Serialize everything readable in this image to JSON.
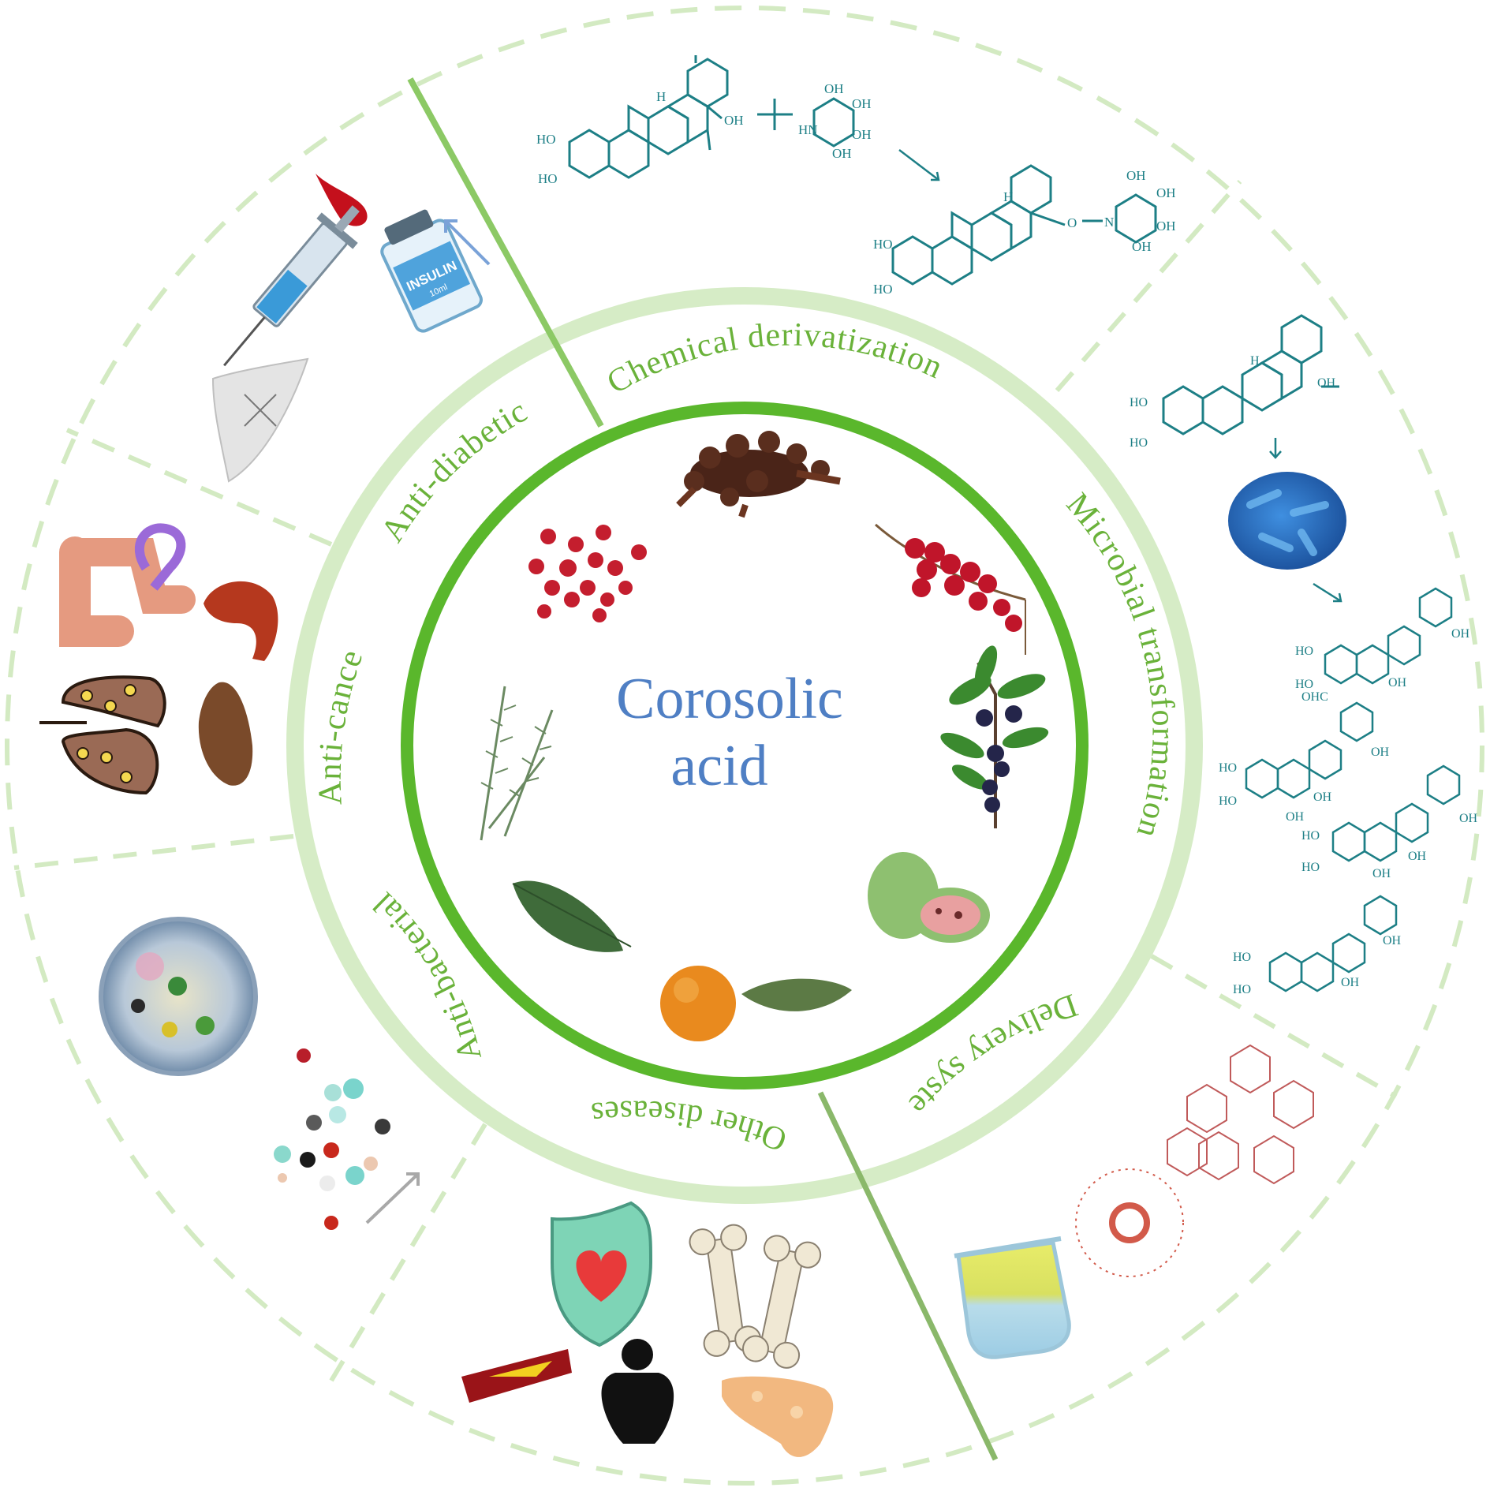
{
  "center": {
    "line1": "Corosolic",
    "line2": "acid"
  },
  "ring_labels": {
    "chemical": "Chemical derivatization",
    "microbial": "Microbial transformation",
    "delivery": "Delivery system",
    "other": "Other diseases",
    "antibacterial": "Anti-bacterial",
    "anticancer": "Anti-cancer",
    "antidiabetic": "Anti-diabetic"
  },
  "chem_labels": {
    "ho": "HO",
    "oh": "OH",
    "ohc": "OHC",
    "h": "H",
    "hn": "HN",
    "n": "N",
    "o": "O"
  },
  "vial_text": {
    "brand": "INSULIN",
    "volume": "10ml"
  },
  "colors": {
    "ring_text": "#6ab23a",
    "center_text": "#4f7fc4",
    "inner_ring": "#58b82a",
    "outer_ring": "#cfe8bd",
    "dashes": "#d3eac2",
    "divider": "#7cbd55",
    "chemistry": "#1d7f86"
  },
  "icons": [
    "clove-icon",
    "red-berries-icon",
    "schisandra-berries-icon",
    "blueberry-branch-icon",
    "rosemary-icon",
    "leaf-icon",
    "guava-icon",
    "loquat-icon",
    "blood-drop-icon",
    "syringe-icon",
    "insulin-vial-icon",
    "up-arrow-icon",
    "pancreas-icon",
    "colon-icon",
    "cancer-ribbon-icon",
    "stomach-icon",
    "lungs-icon",
    "liver-tumor-icon",
    "petri-dish-icon",
    "pills-icon",
    "heart-shield-icon",
    "bones-icon",
    "blood-vessel-icon",
    "obesity-icon",
    "fatty-liver-icon",
    "beaker-icon",
    "liposome-icon",
    "cyclodextrin-icon",
    "bacteria-icon",
    "arrow-icon"
  ]
}
